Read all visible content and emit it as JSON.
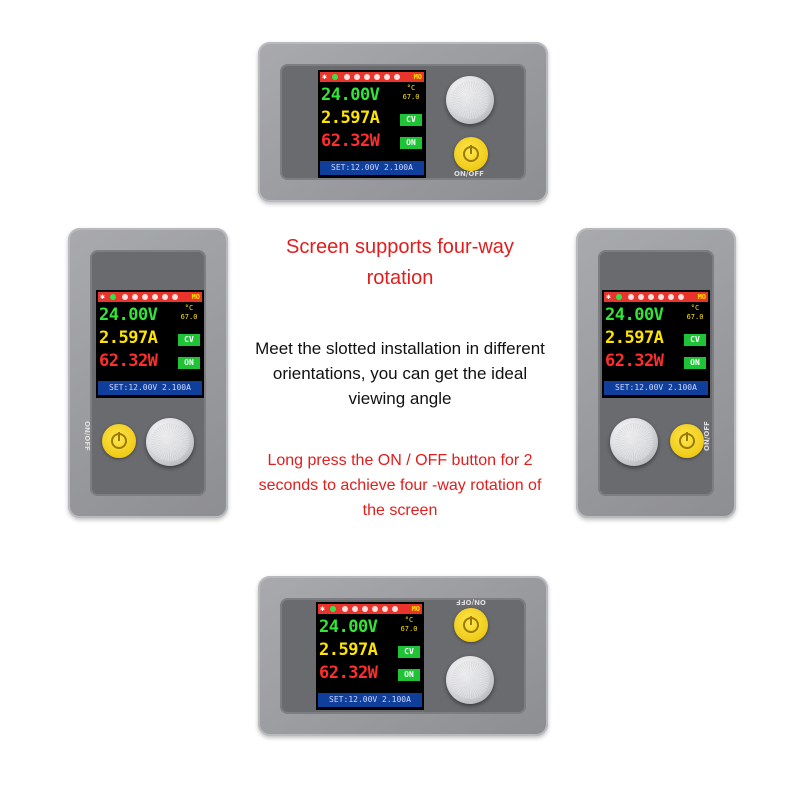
{
  "headline": "Screen supports four-way rotation",
  "paragraph_1": "Meet the slotted installation in different orientations, you can get the ideal viewing angle",
  "paragraph_2": "Long press the ON / OFF button for 2 seconds to achieve four -way rotation of the screen",
  "display": {
    "voltage": "24.00V",
    "current": "2.597A",
    "power": "62.32W",
    "temperature": "67.0",
    "temp_unit": "°C",
    "mode_chip": "CV",
    "output_chip": "ON",
    "status_mode": "MO",
    "set_line": "SET:12.00V 2.100A",
    "power_button_label": "ON/OFF",
    "active_leds": 1,
    "total_leds": 7
  },
  "colors": {
    "voltage": "#31e636",
    "current": "#ffe400",
    "power": "#ff2e2e",
    "headline": "#e21d1d",
    "button": "#f2d21a",
    "set_bar": "#0f3f9b"
  }
}
